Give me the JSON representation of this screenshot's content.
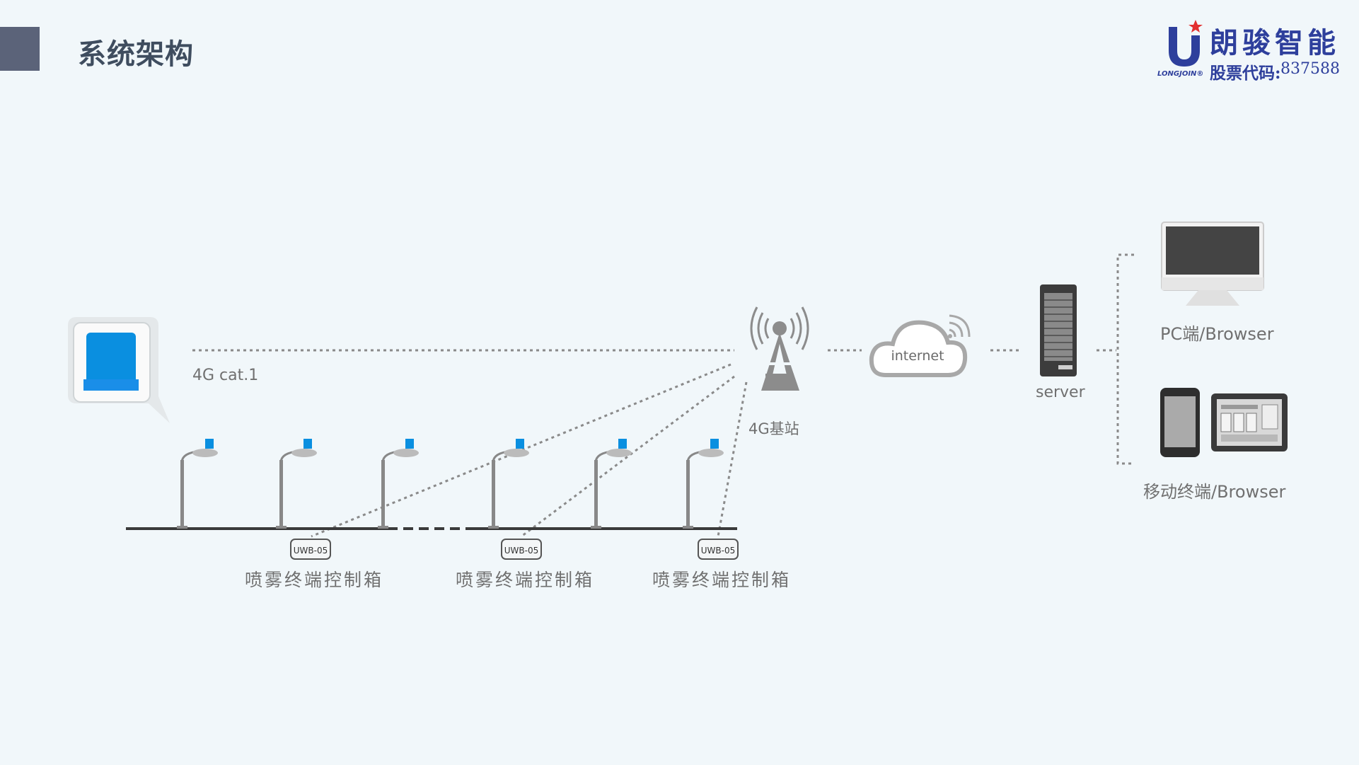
{
  "page": {
    "title": "系统架构"
  },
  "logo": {
    "name": "朗骏智能",
    "code_label": "股票代码:",
    "code_value": "837588",
    "brand": "LONGJOIN®"
  },
  "diagram": {
    "link_label": "4G cat.1",
    "base_station_label": "4G基站",
    "internet_label": "internet",
    "server_label": "server",
    "pc_label": "PC端/Browser",
    "mobile_label": "移动终端/Browser",
    "boxes": [
      {
        "tag": "UWB-05",
        "label": "喷雾终端控制箱"
      },
      {
        "tag": "UWB-05",
        "label": "喷雾终端控制箱"
      },
      {
        "tag": "UWB-05",
        "label": "喷雾终端控制箱"
      }
    ]
  },
  "colors": {
    "background": "#f1f7fa",
    "title": "#3f4d5f",
    "accent_bar": "#5b6379",
    "brand_blue": "#2e3f9c",
    "device_blue": "#0a8fe0",
    "gray_text": "#707070",
    "dotted_line": "#8a8a8a"
  }
}
